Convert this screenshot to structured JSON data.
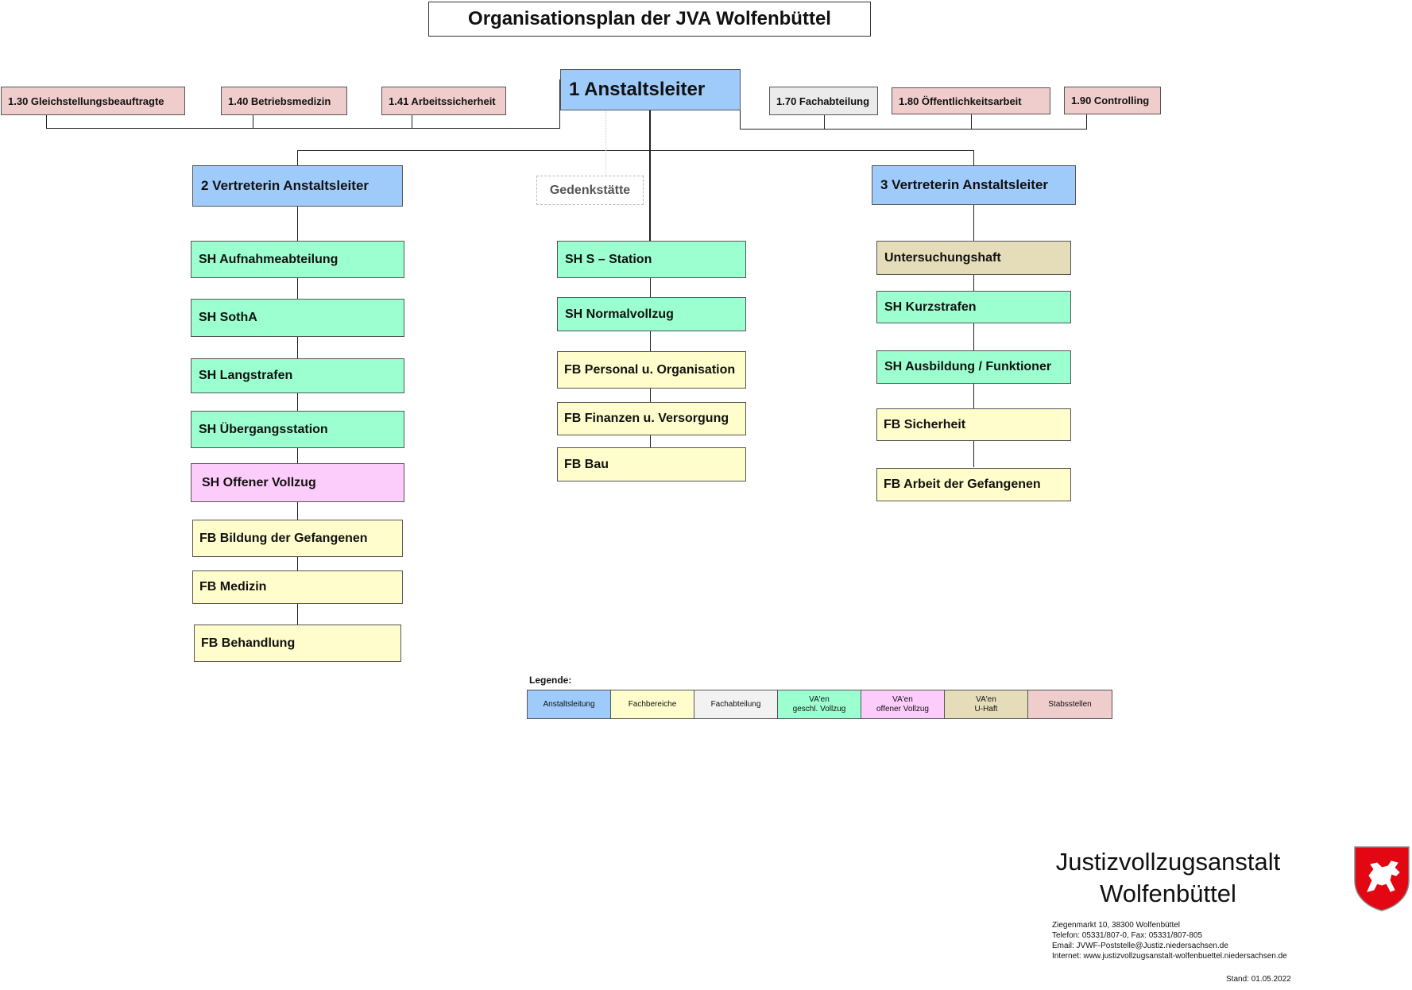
{
  "title": "Organisationsplan der JVA Wolfenbüttel",
  "head": {
    "label": "1  Anstaltsleiter"
  },
  "staff_left": [
    "1.30  Gleichstellungsbeauftragte",
    "1.40 Betriebsmedizin",
    "1.41 Arbeitssicherheit"
  ],
  "staff_right": [
    "1.70 Fachabteilung",
    "1.80   Öffentlichkeitsarbeit",
    "1.90 Controlling"
  ],
  "gedenkstaette": "Gedenkstätte",
  "left": {
    "head": "2  Vertreterin Anstaltsleiter",
    "units": [
      "SH Aufnahmeabteilung",
      "SH SothA",
      "SH Langstrafen",
      "SH Übergangsstation",
      "SH Offener Vollzug",
      "FB Bildung der Gefangenen",
      "FB Medizin",
      "FB Behandlung"
    ]
  },
  "middle": {
    "units": [
      "SH S – Station",
      "SH Normalvollzug",
      "FB Personal u. Organisation",
      "FB Finanzen u. Versorgung",
      "FB Bau"
    ]
  },
  "right": {
    "head": "3  Vertreterin Anstaltsleiter",
    "units": [
      "Untersuchungshaft",
      "SH Kurzstrafen",
      "SH Ausbildung / Funktioner",
      "FB Sicherheit",
      "FB Arbeit der Gefangenen"
    ]
  },
  "legend": {
    "title": "Legende:",
    "items": [
      {
        "label": "Anstaltsleitung",
        "color": "#9ecbfa"
      },
      {
        "label": "Fachbereiche",
        "color": "#fefdcb"
      },
      {
        "label": "Fachabteilung",
        "color": "#f2f2f2"
      },
      {
        "label": "VA'en\ngeschl. Vollzug",
        "color": "#9cffd0"
      },
      {
        "label": "VA'en\noffener Vollzug",
        "color": "#fcccfa"
      },
      {
        "label": "VA'en\nU-Haft",
        "color": "#e5dcb9"
      },
      {
        "label": "Stabsstellen",
        "color": "#f0cdcd"
      }
    ]
  },
  "footer": {
    "name": "Justizvollzugsanstalt\nWolfenbüttel",
    "address": "Ziegenmarkt 10, 38300 Wolfenbüttel",
    "phone": "Telefon: 05331/807-0, Fax: 05331/807-805",
    "email": "Email: JVWF-Poststelle@Justiz.niedersachsen.de",
    "internet": "Internet: www.justizvollzugsanstalt-wolfenbuettel.niedersachsen.de",
    "stand": "Stand: 01.05.2022"
  },
  "crest": {
    "name": "lower-saxony-crest-icon",
    "shield_color": "#e30613"
  }
}
